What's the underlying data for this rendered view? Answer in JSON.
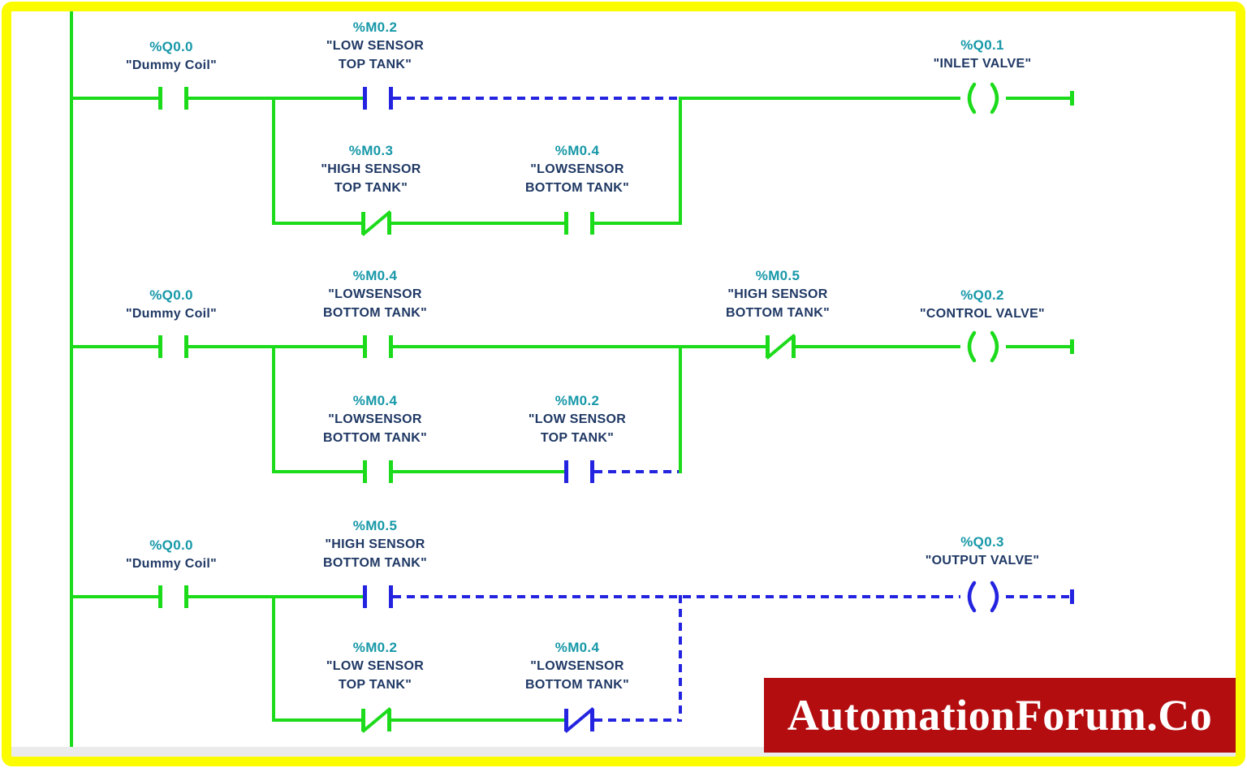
{
  "colors": {
    "energized": "#1bdb1b",
    "deenergized": "#2424e0",
    "address_text": "#1798a8",
    "tag_text": "#1f3864",
    "frame": "#fcfc00",
    "watermark_bg": "#b30d10",
    "watermark_fg": "#ffffff"
  },
  "watermark": {
    "text": "AutomationForum.Co"
  },
  "ladder": {
    "rungs": [
      {
        "main_contacts": [
          {
            "address": "%Q0.0",
            "name": [
              "\"Dummy Coil\""
            ],
            "type": "NO",
            "state": "on"
          },
          {
            "address": "%M0.2",
            "name": [
              "\"LOW SENSOR",
              "TOP TANK\""
            ],
            "type": "NO",
            "state": "off"
          }
        ],
        "branch_contacts": [
          {
            "address": "%M0.3",
            "name": [
              "\"HIGH SENSOR",
              "TOP TANK\""
            ],
            "type": "NC",
            "state": "on"
          },
          {
            "address": "%M0.4",
            "name": [
              "\"LOWSENSOR",
              "BOTTOM TANK\""
            ],
            "type": "NO",
            "state": "on"
          }
        ],
        "coil": {
          "address": "%Q0.1",
          "name": [
            "\"INLET VALVE\""
          ],
          "state": "on"
        }
      },
      {
        "main_contacts": [
          {
            "address": "%Q0.0",
            "name": [
              "\"Dummy Coil\""
            ],
            "type": "NO",
            "state": "on"
          },
          {
            "address": "%M0.4",
            "name": [
              "\"LOWSENSOR",
              "BOTTOM TANK\""
            ],
            "type": "NO",
            "state": "on"
          },
          {
            "address": "%M0.5",
            "name": [
              "\"HIGH SENSOR",
              "BOTTOM TANK\""
            ],
            "type": "NC",
            "state": "on"
          }
        ],
        "branch_contacts": [
          {
            "address": "%M0.4",
            "name": [
              "\"LOWSENSOR",
              "BOTTOM TANK\""
            ],
            "type": "NO",
            "state": "on"
          },
          {
            "address": "%M0.2",
            "name": [
              "\"LOW SENSOR",
              "TOP TANK\""
            ],
            "type": "NO",
            "state": "off"
          }
        ],
        "coil": {
          "address": "%Q0.2",
          "name": [
            "\"CONTROL VALVE\""
          ],
          "state": "on"
        }
      },
      {
        "main_contacts": [
          {
            "address": "%Q0.0",
            "name": [
              "\"Dummy Coil\""
            ],
            "type": "NO",
            "state": "on"
          },
          {
            "address": "%M0.5",
            "name": [
              "\"HIGH SENSOR",
              "BOTTOM TANK\""
            ],
            "type": "NO",
            "state": "off"
          }
        ],
        "branch_contacts": [
          {
            "address": "%M0.2",
            "name": [
              "\"LOW SENSOR",
              "TOP TANK\""
            ],
            "type": "NC",
            "state": "on"
          },
          {
            "address": "%M0.4",
            "name": [
              "\"LOWSENSOR",
              "BOTTOM TANK\""
            ],
            "type": "NC",
            "state": "off"
          }
        ],
        "coil": {
          "address": "%Q0.3",
          "name": [
            "\"OUTPUT VALVE\""
          ],
          "state": "off"
        }
      }
    ]
  }
}
